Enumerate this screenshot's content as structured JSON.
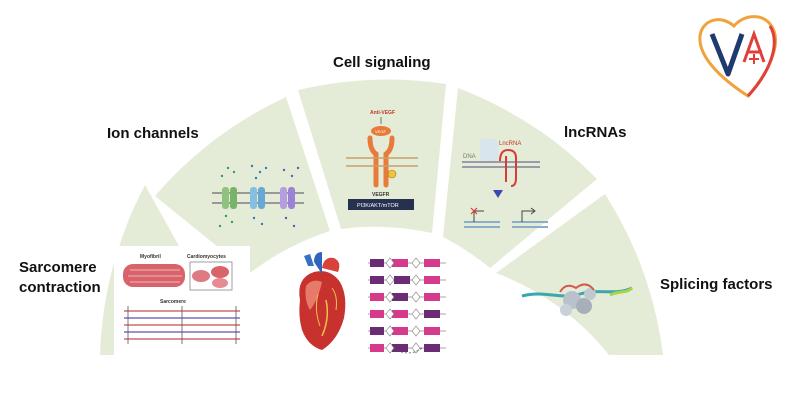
{
  "labels": {
    "sarcomere": "Sarcomere\ncontraction",
    "ion": "Ion channels",
    "cell": "Cell signaling",
    "lnc": "lncRNAs",
    "splicing": "Splicing factors"
  },
  "sarcomere_panel": {
    "myofibril": "Myofibril",
    "cardiomyocytes": "Cardiomyocytes",
    "sarcomere": "Sarcomere"
  },
  "cell_panel": {
    "anti_vegf": "Anti-VEGF",
    "vegf": "VEGF",
    "vegfr": "VEGFR",
    "pathway": "PI3K/AKT/mTOR"
  },
  "lnc_panel": {
    "dna": "DNA",
    "lncrna": "LncRNA"
  },
  "colors": {
    "sector": "#e4ecd7",
    "separator": "#ffffff",
    "logo_red": "#e0403a",
    "logo_orange": "#f2a23c",
    "logo_navy": "#1e3a6e",
    "exon": "#6a2c73",
    "alt_exon": "#d63a8a"
  },
  "icons": [
    "heart-icon",
    "logo-icon",
    "rna-polymerase-icon"
  ]
}
